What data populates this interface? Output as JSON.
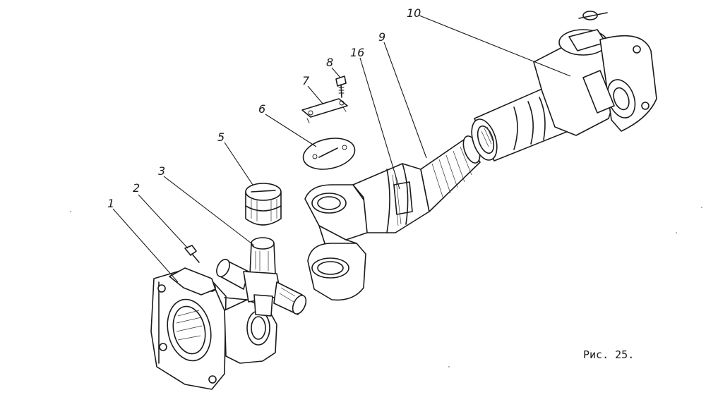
{
  "callouts": [
    {
      "label": "1"
    },
    {
      "label": "2"
    },
    {
      "label": "3"
    },
    {
      "label": "5"
    },
    {
      "label": "6"
    },
    {
      "label": "7"
    },
    {
      "label": "8"
    },
    {
      "label": "16"
    },
    {
      "label": "9"
    },
    {
      "label": "10"
    }
  ],
  "caption": "Рис. 25."
}
